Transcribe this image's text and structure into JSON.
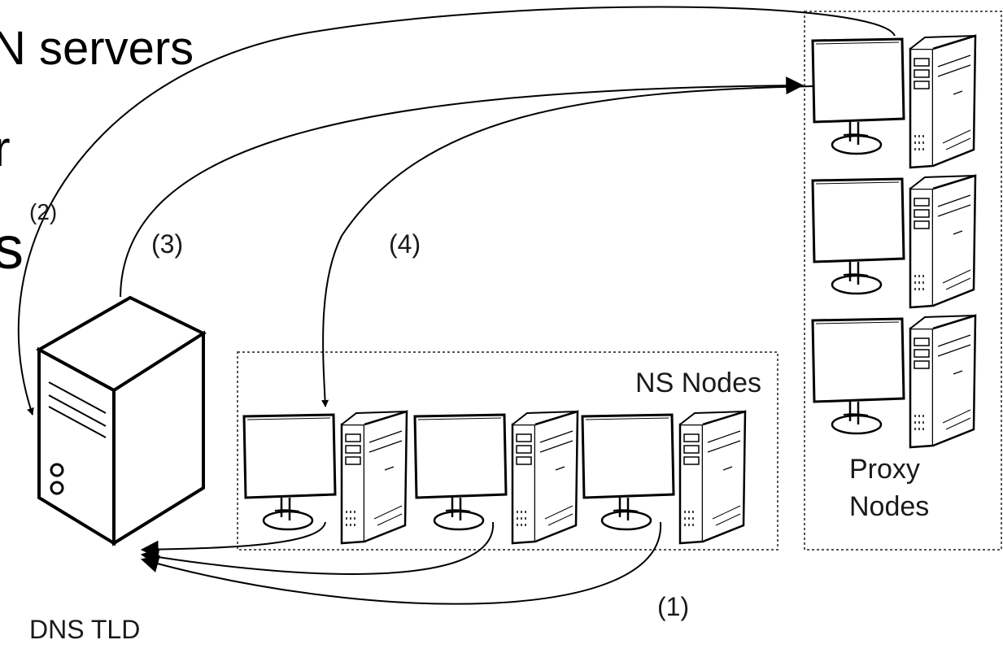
{
  "slide_text": {
    "line1": "N servers",
    "line2": "r",
    "line3": "s"
  },
  "labels": {
    "ns_group": "NS Nodes",
    "proxy_group_line1": "Proxy",
    "proxy_group_line2": "Nodes",
    "dns": "DNS TLD",
    "step1": "(1)",
    "step2": "(2)",
    "step3": "(3)",
    "step4": "(4)"
  },
  "colors": {
    "ink": "#000000",
    "group_border": "#555555",
    "background": "#ffffff"
  },
  "icons": [
    "dns-server-icon",
    "workstation-icon"
  ]
}
